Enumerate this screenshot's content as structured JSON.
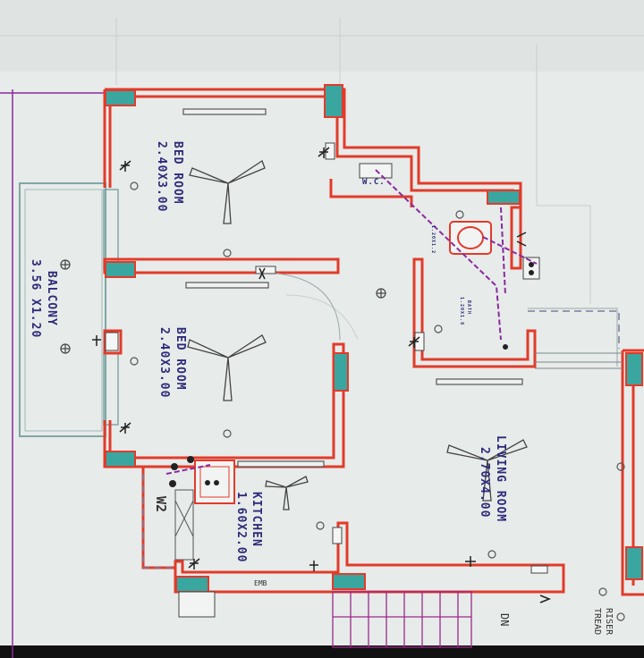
{
  "rooms": {
    "bed_room_1": {
      "name": "BED ROOM",
      "size": "2.40X3.00"
    },
    "bed_room_2": {
      "name": "BED ROOM",
      "size": "2.40X3.00"
    },
    "balcony": {
      "name": "BALCONY",
      "size": "3.56 X1.20"
    },
    "kitchen": {
      "name": "KITCHEN",
      "size": "1.60X2.00"
    },
    "living_room": {
      "name": "LIVING ROOM",
      "size": "2.70X4.00"
    },
    "bath": {
      "name": "BATH",
      "size": "1.20X1.8"
    },
    "wc": {
      "name": "W.C.",
      "size": "1.20X1.2"
    }
  },
  "labels": {
    "w2": "W2",
    "emb": "EMB",
    "dn": "DN",
    "riser": "RISER",
    "tread": "TREAD"
  },
  "colors": {
    "wall": "#e23b2a",
    "window": "#3aa6a0",
    "wiring": "#8a2aa0",
    "text": "#2d2a7a"
  }
}
